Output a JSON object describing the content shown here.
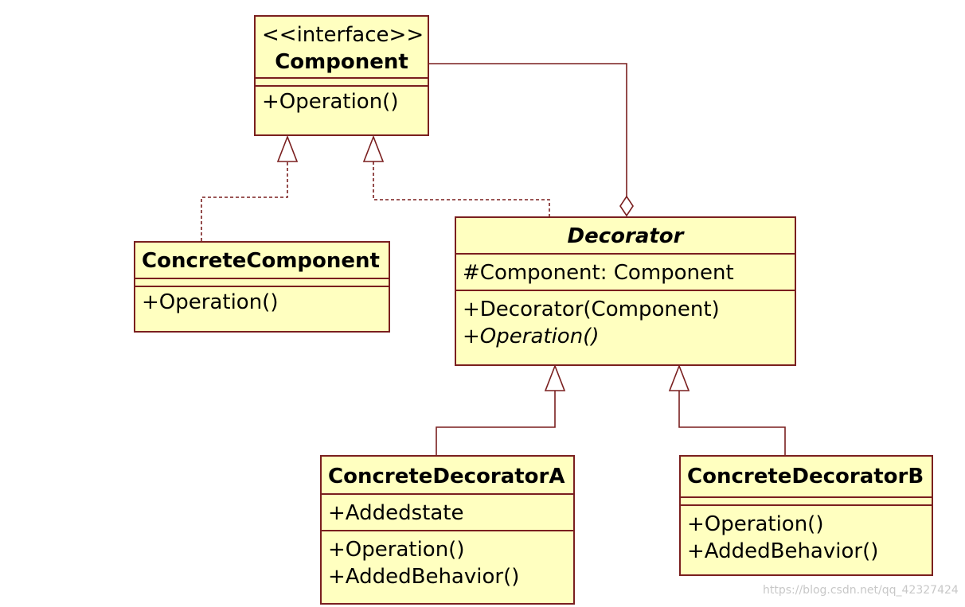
{
  "component": {
    "stereotype": "<<interface>>",
    "name": "Component",
    "operations": [
      "+Operation()"
    ]
  },
  "concrete_component": {
    "name": "ConcreteComponent",
    "operations": [
      "+Operation()"
    ]
  },
  "decorator": {
    "name": "Decorator",
    "attributes": [
      "#Component: Component"
    ],
    "operations": [
      "+Decorator(Component)",
      "+Operation()"
    ]
  },
  "concrete_decorator_a": {
    "name": "ConcreteDecoratorA",
    "attributes": [
      "+Addedstate"
    ],
    "operations": [
      "+Operation()",
      "+AddedBehavior()"
    ]
  },
  "concrete_decorator_b": {
    "name": "ConcreteDecoratorB",
    "operations": [
      "+Operation()",
      "+AddedBehavior()"
    ]
  },
  "watermark": "https://blog.csdn.net/qq_42327424",
  "colors": {
    "box_fill": "#ffffc0",
    "line": "#7a1f1f"
  }
}
